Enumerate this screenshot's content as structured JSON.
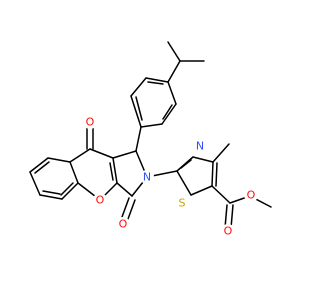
{
  "colors": {
    "bond": "#000000",
    "carbon": "#000000",
    "oxygen": "#ff0d0d",
    "nitrogen": "#3050f8",
    "sulfur": "#c8a000"
  },
  "atoms": {
    "o_ketone": {
      "symbol": "O",
      "element": "oxygen"
    },
    "o_pyran": {
      "symbol": "O",
      "element": "oxygen"
    },
    "o_lactam": {
      "symbol": "O",
      "element": "oxygen"
    },
    "n_pyrrole": {
      "symbol": "N",
      "element": "nitrogen"
    },
    "n_thiazole": {
      "symbol": "N",
      "element": "nitrogen"
    },
    "s_thiazole": {
      "symbol": "S",
      "element": "sulfur"
    },
    "o_ester_carbonyl": {
      "symbol": "O",
      "element": "oxygen"
    },
    "o_ester_ether": {
      "symbol": "O",
      "element": "oxygen"
    }
  }
}
